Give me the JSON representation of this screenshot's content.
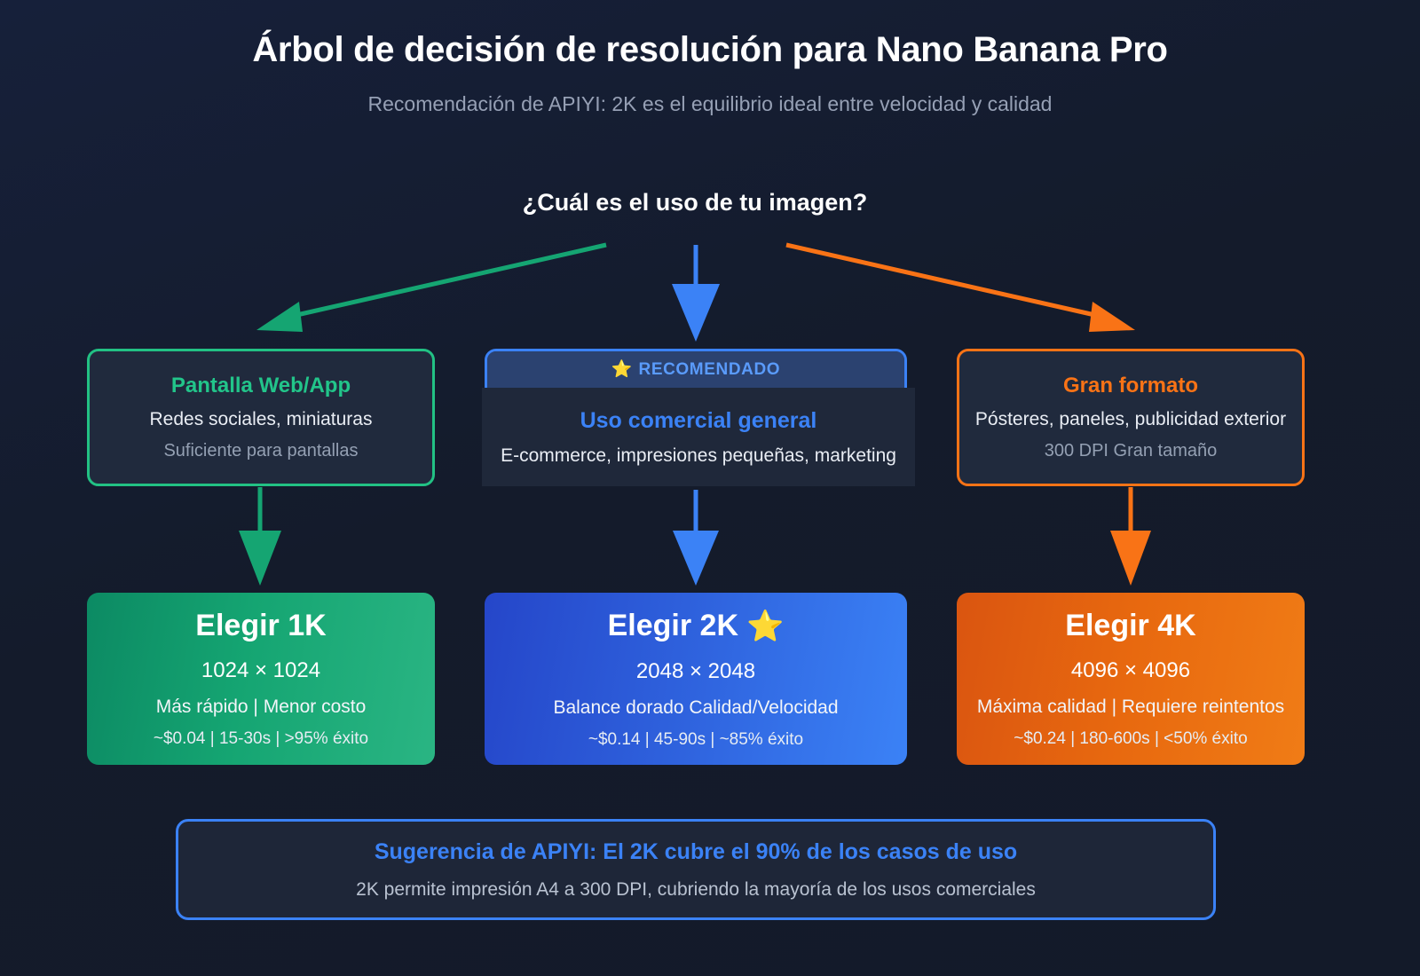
{
  "header": {
    "title": "Árbol de decisión de resolución para Nano Banana Pro",
    "subtitle": "Recomendación de APIYI: 2K es el equilibrio ideal entre velocidad y calidad"
  },
  "root": {
    "label": "¿Cuál es el uso de tu imagen?",
    "color": "#a855f7"
  },
  "branches": [
    {
      "id": "web-app",
      "title": "Pantalla Web/App",
      "description": "Redes sociales, miniaturas",
      "note": "Suficiente para pantallas",
      "color": "#22c58a"
    },
    {
      "id": "commercial",
      "badge_star": "⭐",
      "badge_label": "RECOMENDADO",
      "title": "Uso comercial general",
      "description": "E-commerce, impresiones pequeñas, marketing",
      "color": "#3b82f6"
    },
    {
      "id": "large-format",
      "title": "Gran formato",
      "description": "Pósteres, paneles, publicidad exterior",
      "note": "300 DPI Gran tamaño",
      "color": "#f97316"
    }
  ],
  "results": [
    {
      "id": "1k",
      "title": "Elegir 1K",
      "dimensions": "1024 × 1024",
      "feature": "Más rápido | Menor costo",
      "stats": "~$0.04 | 15-30s | >95% éxito",
      "color": "#15a572"
    },
    {
      "id": "2k",
      "title": "Elegir 2K",
      "star": "⭐",
      "dimensions": "2048 × 2048",
      "feature": "Balance dorado Calidad/Velocidad",
      "stats": "~$0.14 | 45-90s | ~85% éxito",
      "color": "#3b82f6"
    },
    {
      "id": "4k",
      "title": "Elegir 4K",
      "dimensions": "4096 × 4096",
      "feature": "Máxima calidad | Requiere reintentos",
      "stats": "~$0.24 | 180-600s | <50% éxito",
      "color": "#e8690f"
    }
  ],
  "footer": {
    "title": "Sugerencia de APIYI: El 2K cubre el 90% de los casos de uso",
    "subtitle": "2K permite impresión A4 a 300 DPI, cubriendo la mayoría de los usos comerciales"
  }
}
